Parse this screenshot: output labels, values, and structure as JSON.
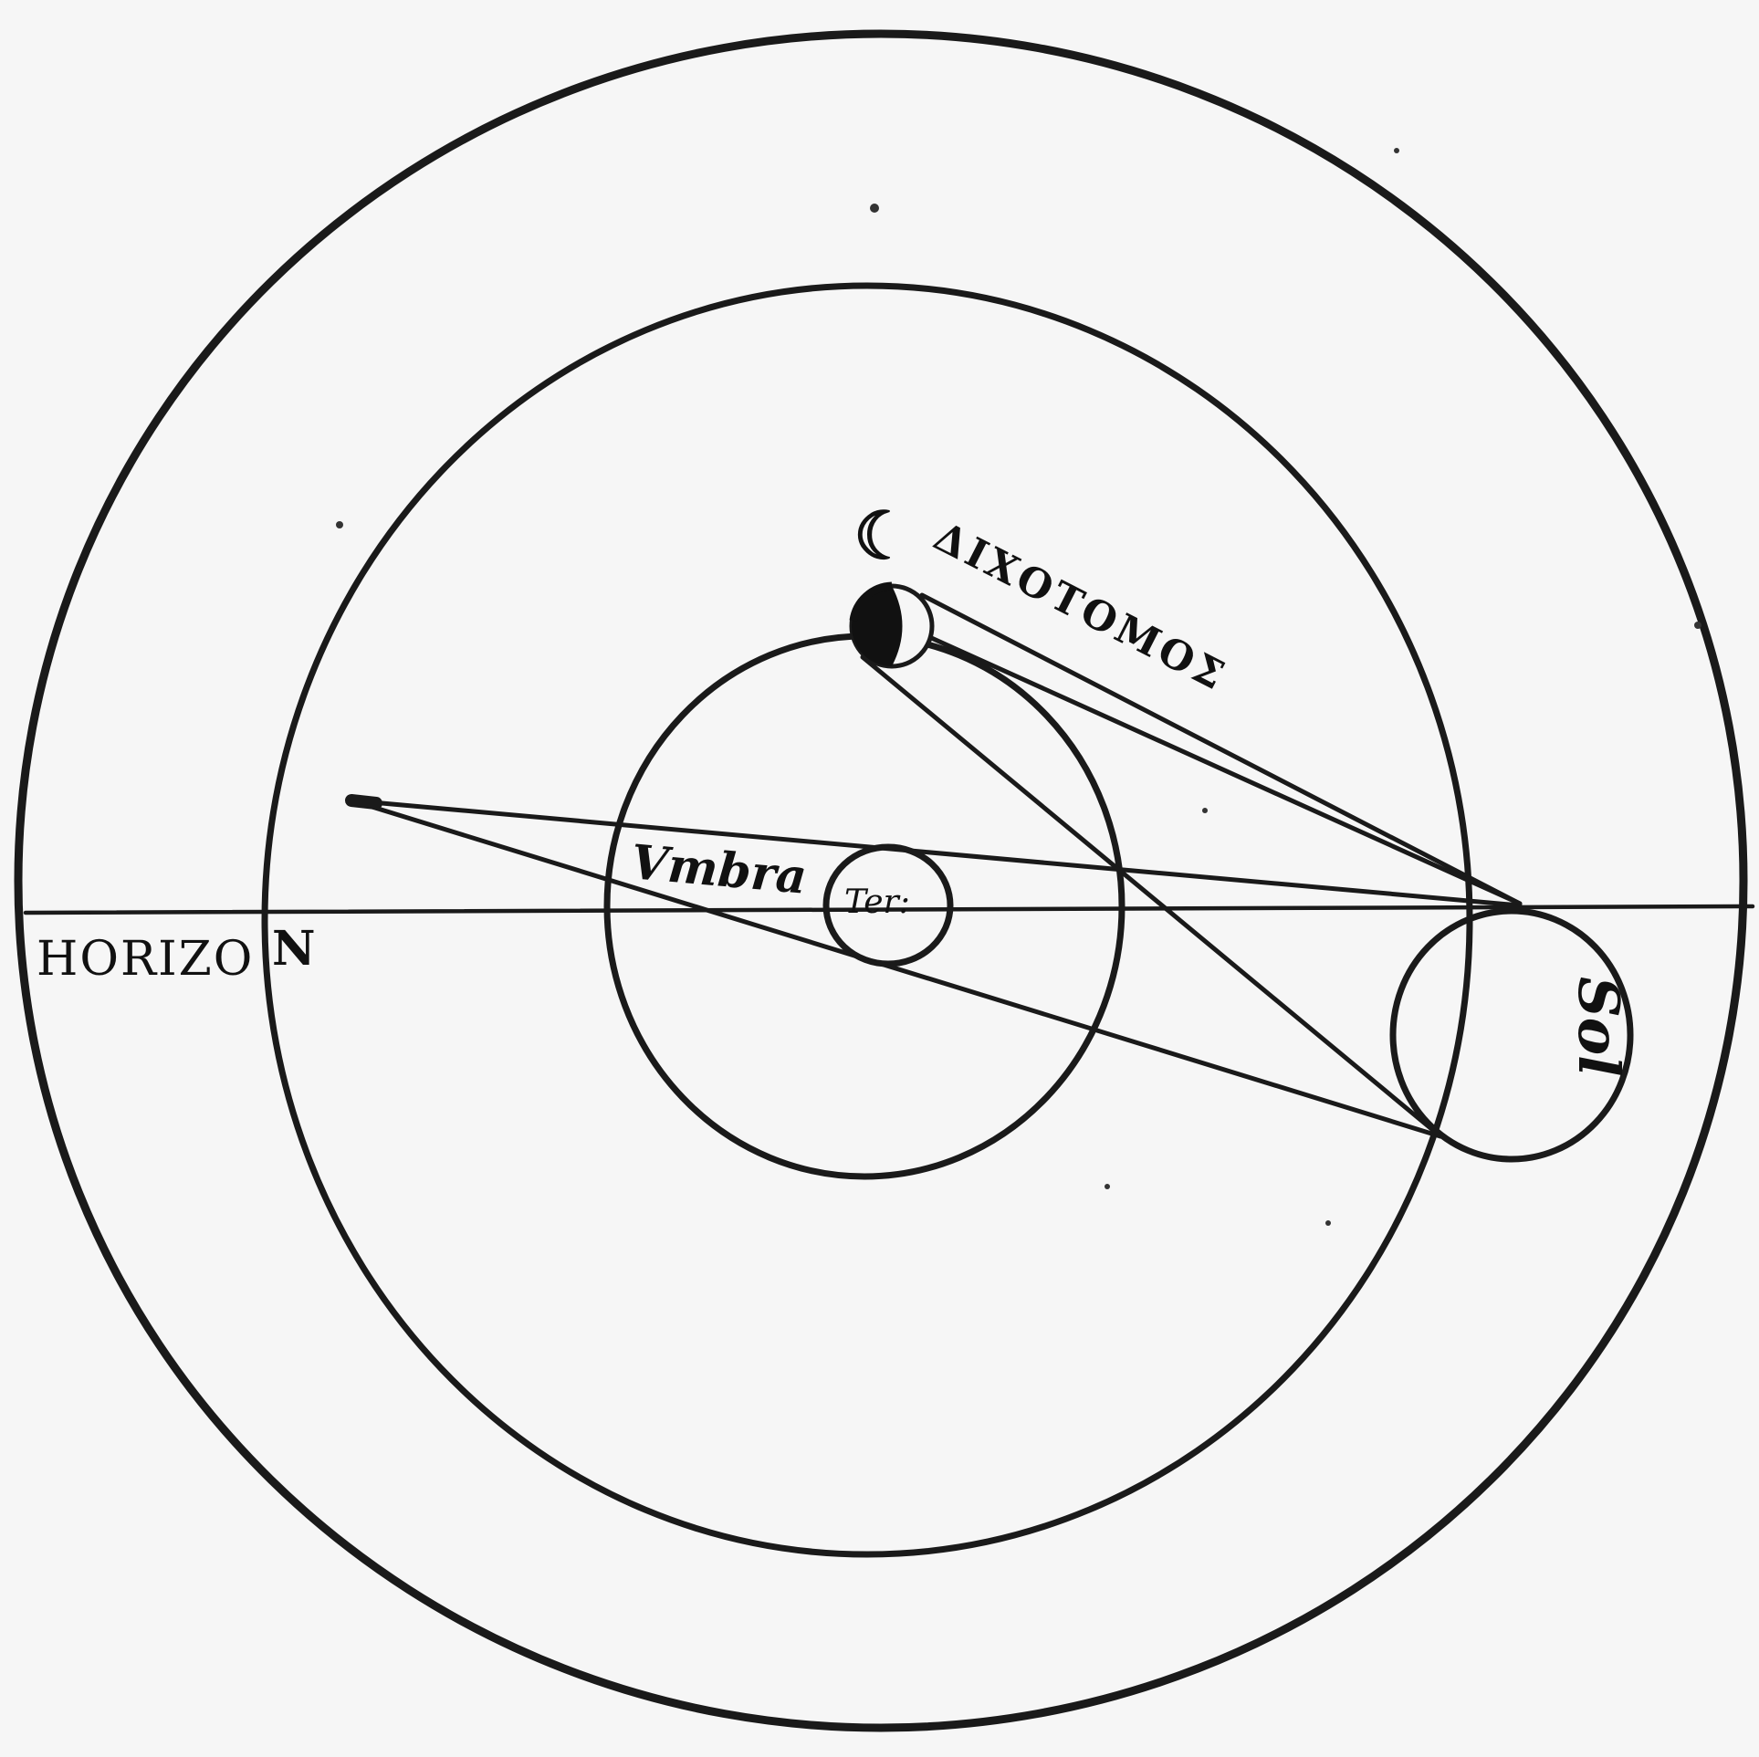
{
  "labels": {
    "horizon_left": "HORIZO",
    "horizon_right": "N",
    "umbra": "Vmbra",
    "terra": "Ter:",
    "moon_symbol": "☾",
    "dichotomos": "ΔΙΧΟΤΟΜΟΣ",
    "sol": "Sol"
  },
  "colors": {
    "ink": "#1a1a1a",
    "paper": "#f6f6f6"
  }
}
